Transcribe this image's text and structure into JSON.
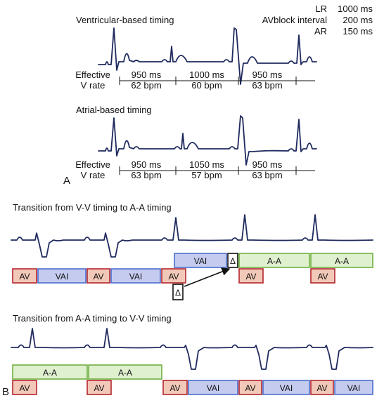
{
  "params": {
    "lr_label": "LR",
    "lr_value": "1000 ms",
    "avb_label": "AVblock interval",
    "avb_value": "200 ms",
    "ar_label": "AR",
    "ar_value": "150 ms"
  },
  "panel_a": {
    "letter": "A",
    "vent": {
      "title": "Ventricular-based timing",
      "rate_label_1": "Effective",
      "rate_label_2": "V rate",
      "intervals": [
        {
          "ms": "950 ms",
          "bpm": "62 bpm"
        },
        {
          "ms": "1000 ms",
          "bpm": "60 bpm"
        },
        {
          "ms": "950 ms",
          "bpm": "63 bpm"
        }
      ]
    },
    "atrial": {
      "title": "Atrial-based timing",
      "rate_label_1": "Effective",
      "rate_label_2": "V rate",
      "intervals": [
        {
          "ms": "950 ms",
          "bpm": "63 bpm"
        },
        {
          "ms": "1050 ms",
          "bpm": "57 bpm"
        },
        {
          "ms": "950 ms",
          "bpm": "63 bpm"
        }
      ]
    }
  },
  "panel_b": {
    "letter": "B",
    "top": {
      "title": "Transition from V-V timing to A-A timing",
      "row_upper": [
        "VAI",
        "Δ",
        "A-A",
        "A-A"
      ],
      "row_lower": [
        "AV",
        "VAI",
        "AV",
        "VAI",
        "AV",
        "AV",
        "AV"
      ],
      "delta_marker": "Δ"
    },
    "bottom": {
      "title": "Transition from A-A timing to V-V timing",
      "row_upper": [
        "A-A",
        "A-A"
      ],
      "row_lower": [
        "AV",
        "AV",
        "AV",
        "VAI",
        "AV",
        "VAI",
        "AV",
        "VAI"
      ]
    }
  },
  "colors": {
    "av_fill": "#f2c9b8",
    "av_stroke": "#b5252d",
    "vai_fill": "#c5cbef",
    "vai_stroke": "#4a6fd0",
    "aa_fill": "#dff0cf",
    "aa_stroke": "#6fb040",
    "trace": "#1f2a5e"
  }
}
